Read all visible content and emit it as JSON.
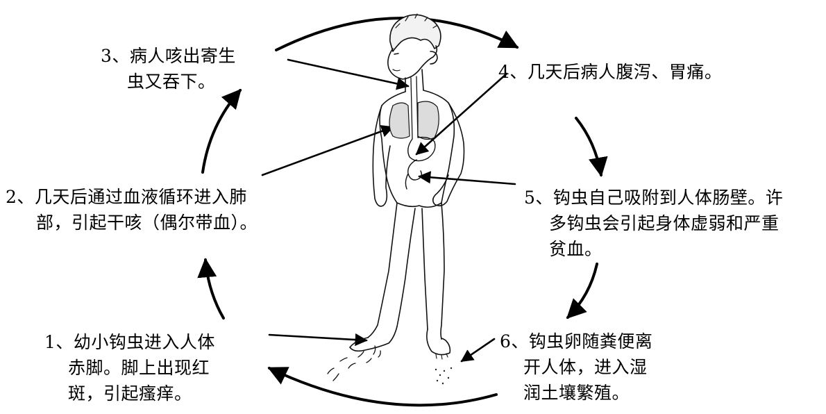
{
  "steps": [
    {
      "id": "step1",
      "number": "1、",
      "lines": [
        "幼小钩虫进入人体",
        "赤脚。脚上出现红",
        "斑，引起瘙痒。"
      ]
    },
    {
      "id": "step2",
      "number": "2、",
      "lines": [
        "几天后通过血液循环进入肺",
        "部，引起干咳（偶尔带血）。"
      ]
    },
    {
      "id": "step3",
      "number": "3、",
      "lines": [
        "病人咳出寄生",
        "虫又吞下。"
      ]
    },
    {
      "id": "step4",
      "number": "4、",
      "lines": [
        "几天后病人腹泻、胃痛。"
      ]
    },
    {
      "id": "step5",
      "number": "5、",
      "lines": [
        "钩虫自己吸附到人体肠壁。许",
        "多钩虫会引起身体虚弱和严重",
        "贫血。"
      ]
    },
    {
      "id": "step6",
      "number": "6、",
      "lines": [
        "钩虫卵随粪便离",
        "开人体，进入湿",
        "润土壤繁殖。"
      ]
    }
  ],
  "figure": {
    "subject": "boy-standing-figure",
    "stroke_color": "#000000",
    "background_color": "#ffffff"
  }
}
